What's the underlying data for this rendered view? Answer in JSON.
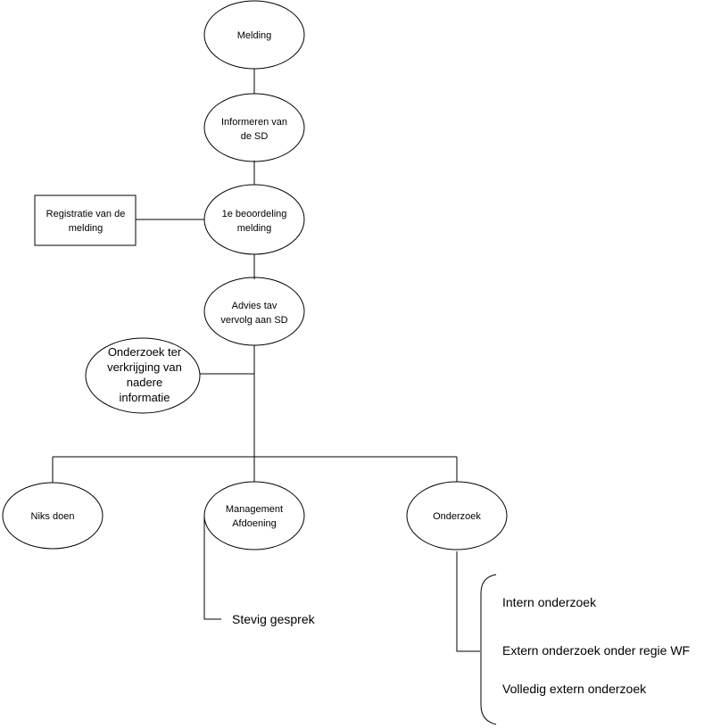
{
  "nodes": {
    "melding": "Melding",
    "informeren": [
      "Informeren van",
      "de SD"
    ],
    "beoordeling": [
      "1e beoordeling",
      "melding"
    ],
    "registratie": [
      "Registratie van de",
      "melding"
    ],
    "advies": [
      "Advies tav",
      "vervolg aan SD"
    ],
    "onderzoek_info": [
      "Onderzoek ter",
      "verkrijging van",
      "nadere",
      "informatie"
    ],
    "niks_doen": "Niks doen",
    "management": [
      "Management",
      "Afdoening"
    ],
    "onderzoek": "Onderzoek",
    "stevig_gesprek": "Stevig gesprek"
  },
  "onderzoek_types": [
    "Intern onderzoek",
    "Extern onderzoek onder regie WF",
    "Volledig extern onderzoek"
  ]
}
